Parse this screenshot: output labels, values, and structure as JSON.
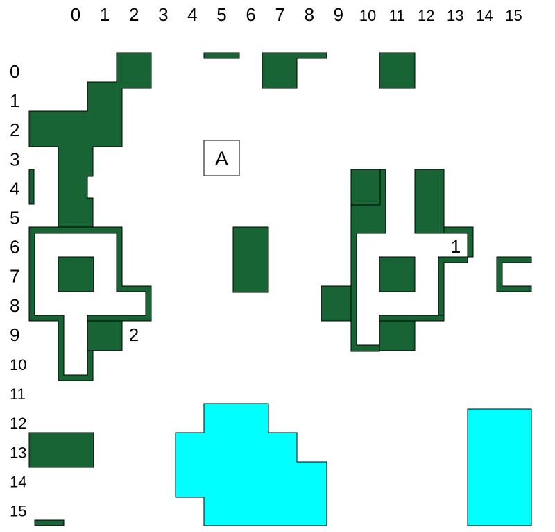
{
  "colors": {
    "terrain": "#186434",
    "water": "#00ffff",
    "outline": "#000000",
    "background": "#ffffff"
  },
  "columns": [
    "0",
    "1",
    "2",
    "3",
    "4",
    "5",
    "6",
    "7",
    "8",
    "9",
    "10",
    "11",
    "12",
    "13",
    "14",
    "15"
  ],
  "rows": [
    "0",
    "1",
    "2",
    "3",
    "4",
    "5",
    "6",
    "7",
    "8",
    "9",
    "10",
    "11",
    "12",
    "13",
    "14",
    "15"
  ],
  "markers": [
    {
      "label": "A",
      "boxed": true
    },
    {
      "label": "1",
      "boxed": false
    },
    {
      "label": "2",
      "boxed": false
    }
  ]
}
